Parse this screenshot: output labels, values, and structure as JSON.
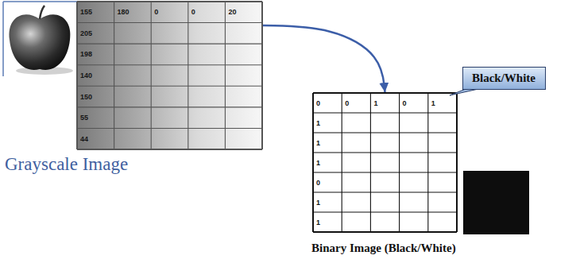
{
  "diagram": {
    "nodes": [
      {
        "text": [
          "155",
          "180",
          "0",
          "0",
          "20",
          "205",
          "198",
          "140",
          "150",
          "55",
          "44"
        ]
      },
      {
        "text": [
          "0",
          "0",
          "1",
          "0",
          "1",
          "1",
          "1",
          "1",
          "0",
          "1",
          "1"
        ]
      },
      {
        "text": [
          "Black/White"
        ]
      }
    ],
    "edges": [
      {
        "from": 0,
        "to": 1,
        "arrow": "to"
      }
    ],
    "labels": [
      "Grayscale Image",
      "Binary Image (Black/White)"
    ]
  }
}
